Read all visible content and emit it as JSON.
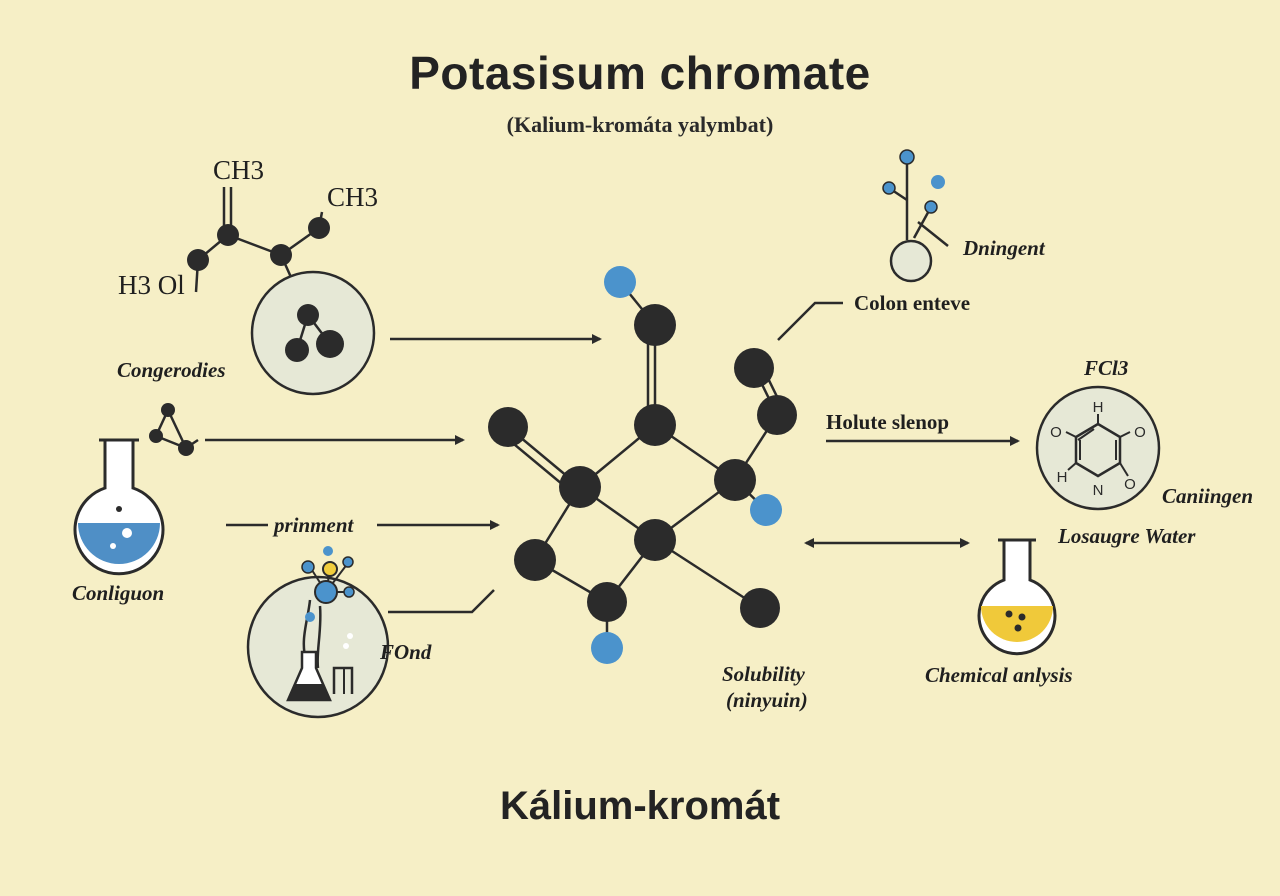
{
  "title": "Potasisum chromate",
  "subtitle": "(Kalium-kromáta yalymbat)",
  "footer_title": "Kálium-kromát",
  "labels": {
    "ch3_top": "CH3",
    "ch3_right": "CH3",
    "h3ol": "H3 Ol",
    "congerodies": "Congerodies",
    "conliguon": "Conliguon",
    "prinment": "prinment",
    "fond": "FOnd",
    "dningent": "Dningent",
    "colon_enteve": "Colon enteve",
    "fcl3": "FCl3",
    "holute_slenop": "Holute slenop",
    "caniingen": "Caniingen",
    "losaugre_water": "Losaugre Water",
    "solubility": "Solubility",
    "ninyuin": "(ninyuin)",
    "chemical_analysis": "Chemical anlysis"
  },
  "ring_atoms": {
    "h": "H",
    "o_left": "O",
    "o_right": "O",
    "h_bottom": "H",
    "n": "N",
    "o_bottom": "O"
  },
  "colors": {
    "background": "#f6efc6",
    "atom_dark": "#2b2b2b",
    "atom_blue": "#4b93cc",
    "atom_yellow": "#f1cd3c",
    "circle_fill": "#e6e8d6",
    "blue_liquid": "#4f8fc6",
    "yellow_liquid": "#f0c93a"
  }
}
